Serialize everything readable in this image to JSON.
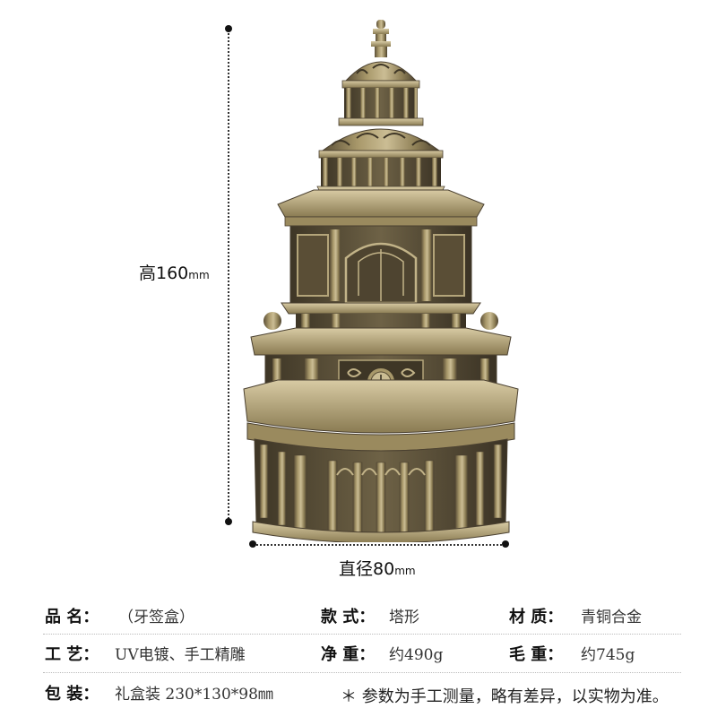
{
  "dimensions": {
    "height_value": "高160",
    "height_unit": "mm",
    "diameter_value": "直径80",
    "diameter_unit": "mm"
  },
  "product": {
    "clock_icon": "clock-icon",
    "metal_color": "#9a8a5e",
    "shadow_color": "#4a4030",
    "highlight_color": "#cfc19a"
  },
  "specs": {
    "row1": {
      "name_label": "品 名：",
      "name_value": "（牙签盒）",
      "style_label": "款 式：",
      "style_value": "塔形",
      "material_label": "材 质：",
      "material_value": "青铜合金"
    },
    "row2": {
      "craft_label": "工 艺：",
      "craft_value": "UV电镀、手工精雕",
      "net_label": "净 重：",
      "net_value": "约490g",
      "gross_label": "毛 重：",
      "gross_value": "约745g"
    },
    "row3": {
      "pack_label": "包 装：",
      "pack_value": "礼盒装 230*130*98㎜",
      "note": "＊ 参数为手工测量，略有差异，以实物为准。"
    }
  }
}
